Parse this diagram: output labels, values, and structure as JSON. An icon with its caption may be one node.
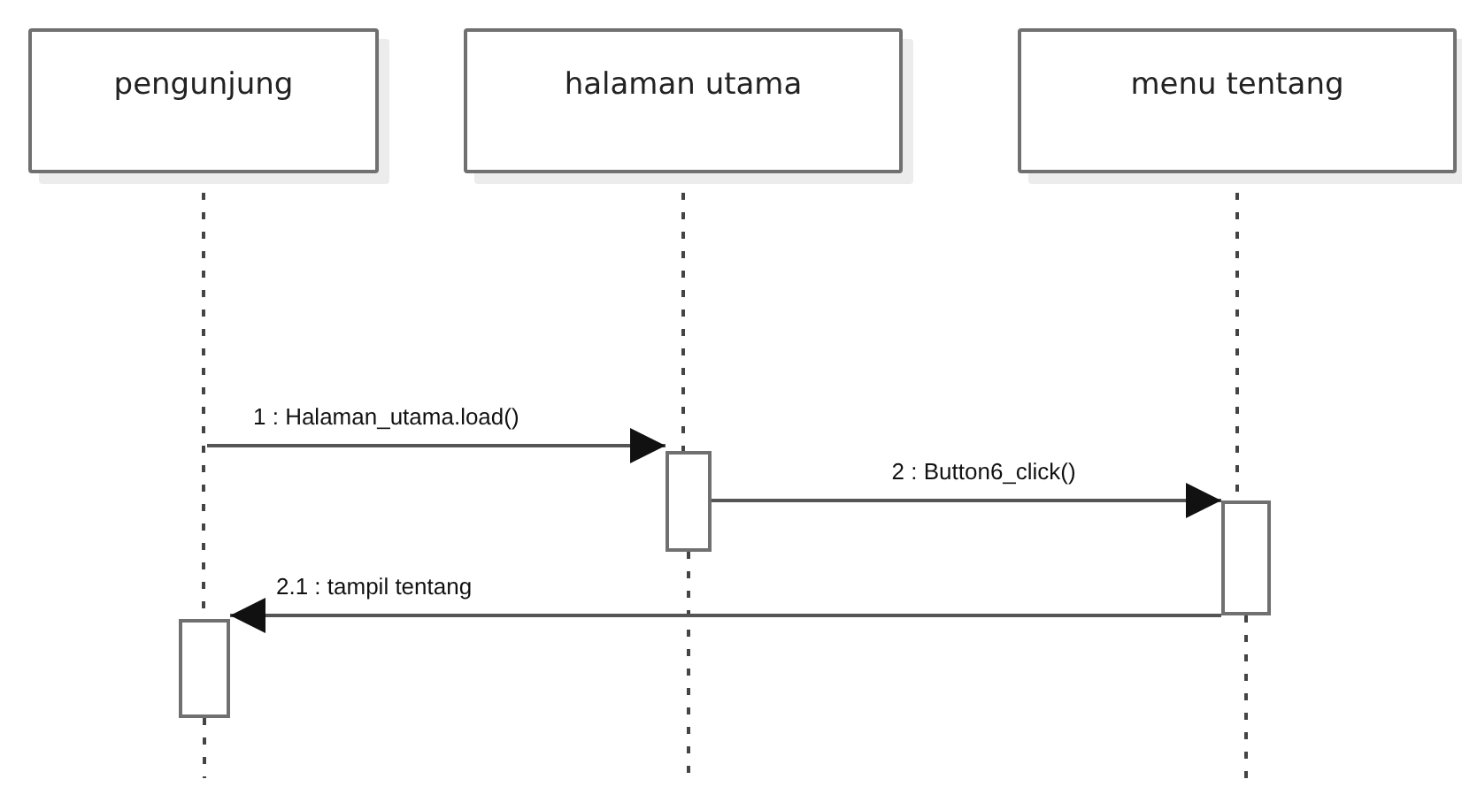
{
  "diagram": {
    "nodes": [
      {
        "text": [
          "pengunjung"
        ]
      },
      {
        "text": [
          "halaman utama"
        ]
      },
      {
        "text": [
          "menu tentang"
        ]
      },
      {
        "text": [],
        "shape": "bar"
      },
      {
        "text": [],
        "shape": "bar"
      },
      {
        "text": [],
        "shape": "bar"
      }
    ],
    "edges": [
      {
        "from": 0,
        "to": 5,
        "arrow": "none",
        "style": "dashed"
      },
      {
        "from": 1,
        "to": 3,
        "arrow": "none",
        "style": "dashed"
      },
      {
        "from": 2,
        "to": 4,
        "arrow": "none",
        "style": "dashed"
      },
      {
        "from": null,
        "to": 3,
        "arrow": "to",
        "label": "1 : Halaman_utama.load()"
      },
      {
        "from": 3,
        "to": 4,
        "arrow": "to",
        "label": "2 : Button6_click()"
      },
      {
        "from": 4,
        "to": 5,
        "arrow": "to",
        "label": "2.1 : tampil tentang"
      }
    ]
  }
}
